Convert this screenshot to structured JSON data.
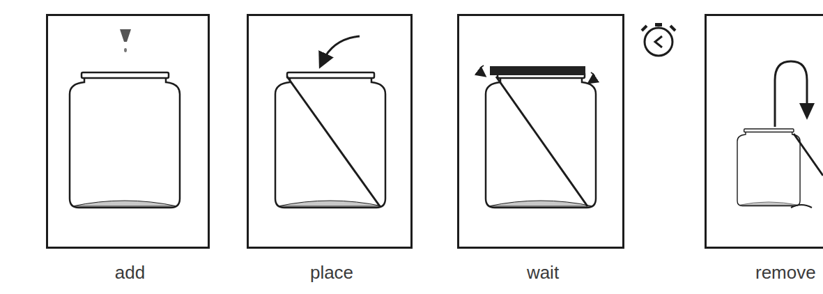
{
  "diagram": {
    "nodes": [
      {
        "text": [
          "add"
        ]
      },
      {
        "text": [
          "place"
        ]
      },
      {
        "text": [
          "wait"
        ]
      },
      {
        "text": [
          "remove"
        ]
      }
    ]
  }
}
